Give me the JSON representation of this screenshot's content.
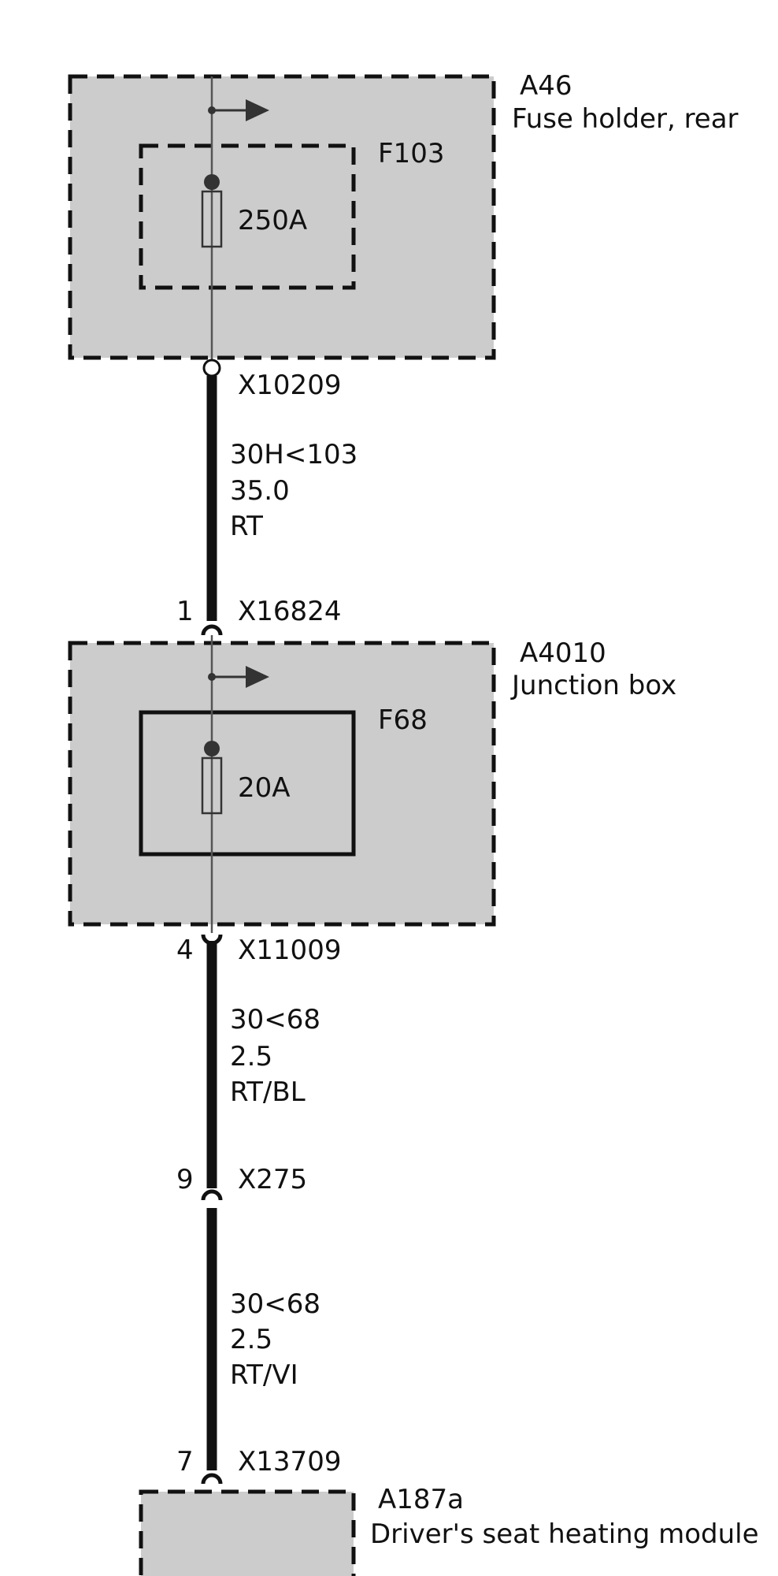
{
  "colors": {
    "box_fill": "#cccccc",
    "line": "#111111",
    "thin_wire": "#555555",
    "dot": "#333333"
  },
  "components": {
    "a46": {
      "id": "A46",
      "name": "Fuse holder, rear"
    },
    "f103": {
      "id": "F103",
      "rating": "250A"
    },
    "a4010": {
      "id": "A4010",
      "name": "Junction box"
    },
    "f68": {
      "id": "F68",
      "rating": "20A"
    },
    "a187a": {
      "id": "A187a",
      "name": "Driver's seat heating module"
    }
  },
  "connectors": {
    "x10209": {
      "id": "X10209"
    },
    "x16824": {
      "id": "X16824",
      "pin": "1"
    },
    "x11009": {
      "id": "X11009",
      "pin": "4"
    },
    "x275": {
      "id": "X275",
      "pin": "9"
    },
    "x13709": {
      "id": "X13709",
      "pin": "7"
    }
  },
  "wires": [
    {
      "circuit": "30H<103",
      "gauge": "35.0",
      "color": "RT"
    },
    {
      "circuit": "30<68",
      "gauge": "2.5",
      "color": "RT/BL"
    },
    {
      "circuit": "30<68",
      "gauge": "2.5",
      "color": "RT/VI"
    }
  ]
}
